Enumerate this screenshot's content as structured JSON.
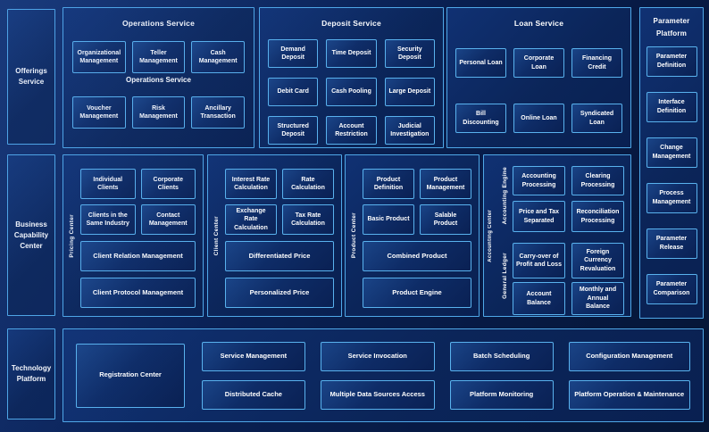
{
  "sidebar": {
    "offerings": "Offerings Service",
    "business_capability": "Business Capability Center",
    "technology": "Technology Platform"
  },
  "operations": {
    "title": "Operations Service",
    "subtitle": "Operations Service",
    "row1": [
      "Organizational Management",
      "Teller Management",
      "Cash Management"
    ],
    "row2": [
      "Voucher Management",
      "Risk Management",
      "Ancillary Transaction"
    ]
  },
  "deposit": {
    "title": "Deposit Service",
    "items": [
      "Demand Deposit",
      "Time Deposit",
      "Security Deposit",
      "Debit Card",
      "Cash Pooling",
      "Large Deposit",
      "Structured Deposit",
      "Account Restriction",
      "Judicial Investigation"
    ]
  },
  "loan": {
    "title": "Loan Service",
    "items": [
      "Personal Loan",
      "Corporate Loan",
      "Financing Credit",
      "Bill Discounting",
      "Online Loan",
      "Syndicated Loan"
    ]
  },
  "parameter": {
    "title": "Parameter Platform",
    "items": [
      "Parameter Definition",
      "Interface Definition",
      "Change Management",
      "Process Management",
      "Parameter Release",
      "Parameter Comparison"
    ]
  },
  "pricing_center": {
    "label": "Pricing Center",
    "small": [
      "Individual Clients",
      "Corporate Clients",
      "Clients in the Same Industry",
      "Contact Management"
    ],
    "wide": [
      "Client Relation Management",
      "Client Protocol Management"
    ]
  },
  "client_center": {
    "label": "Client Center",
    "small": [
      "Interest Rate Calculation",
      "Rate Calculation",
      "Exchange Rate Calculation",
      "Tax Rate Calculation"
    ],
    "wide": [
      "Differentiated Price",
      "Personalized Price"
    ]
  },
  "product_center": {
    "label": "Product Center",
    "small": [
      "Product Definition",
      "Product Management",
      "Basic Product",
      "Salable Product"
    ],
    "wide": [
      "Combined Product",
      "Product Engine"
    ]
  },
  "accounting_center": {
    "label": "Accounting Center",
    "engine_label": "Accounting Engine",
    "ledger_label": "General Ledger",
    "engine_items": [
      "Accounting Processing",
      "Clearing Processing",
      "Price and Tax Separated",
      "Reconciliation Processing"
    ],
    "ledger_items": [
      "Carry-over of Profit and Loss",
      "Foreign Currency Revaluation",
      "Account Balance",
      "Monthly and Annual Balance"
    ]
  },
  "technology_platform": {
    "registration": "Registration Center",
    "row1": [
      "Service Management",
      "Service Invocation",
      "Batch Scheduling",
      "Configuration Management"
    ],
    "row2": [
      "Distributed Cache",
      "Multiple Data Sources Access",
      "Platform Monitoring",
      "Platform Operation & Maintenance"
    ]
  },
  "colors": {
    "page_background": "#0a2257",
    "panel_background": "#0c2961",
    "box_background": "#0e2c67",
    "border_accent": "#4fa8e8",
    "text": "#ffffff"
  }
}
